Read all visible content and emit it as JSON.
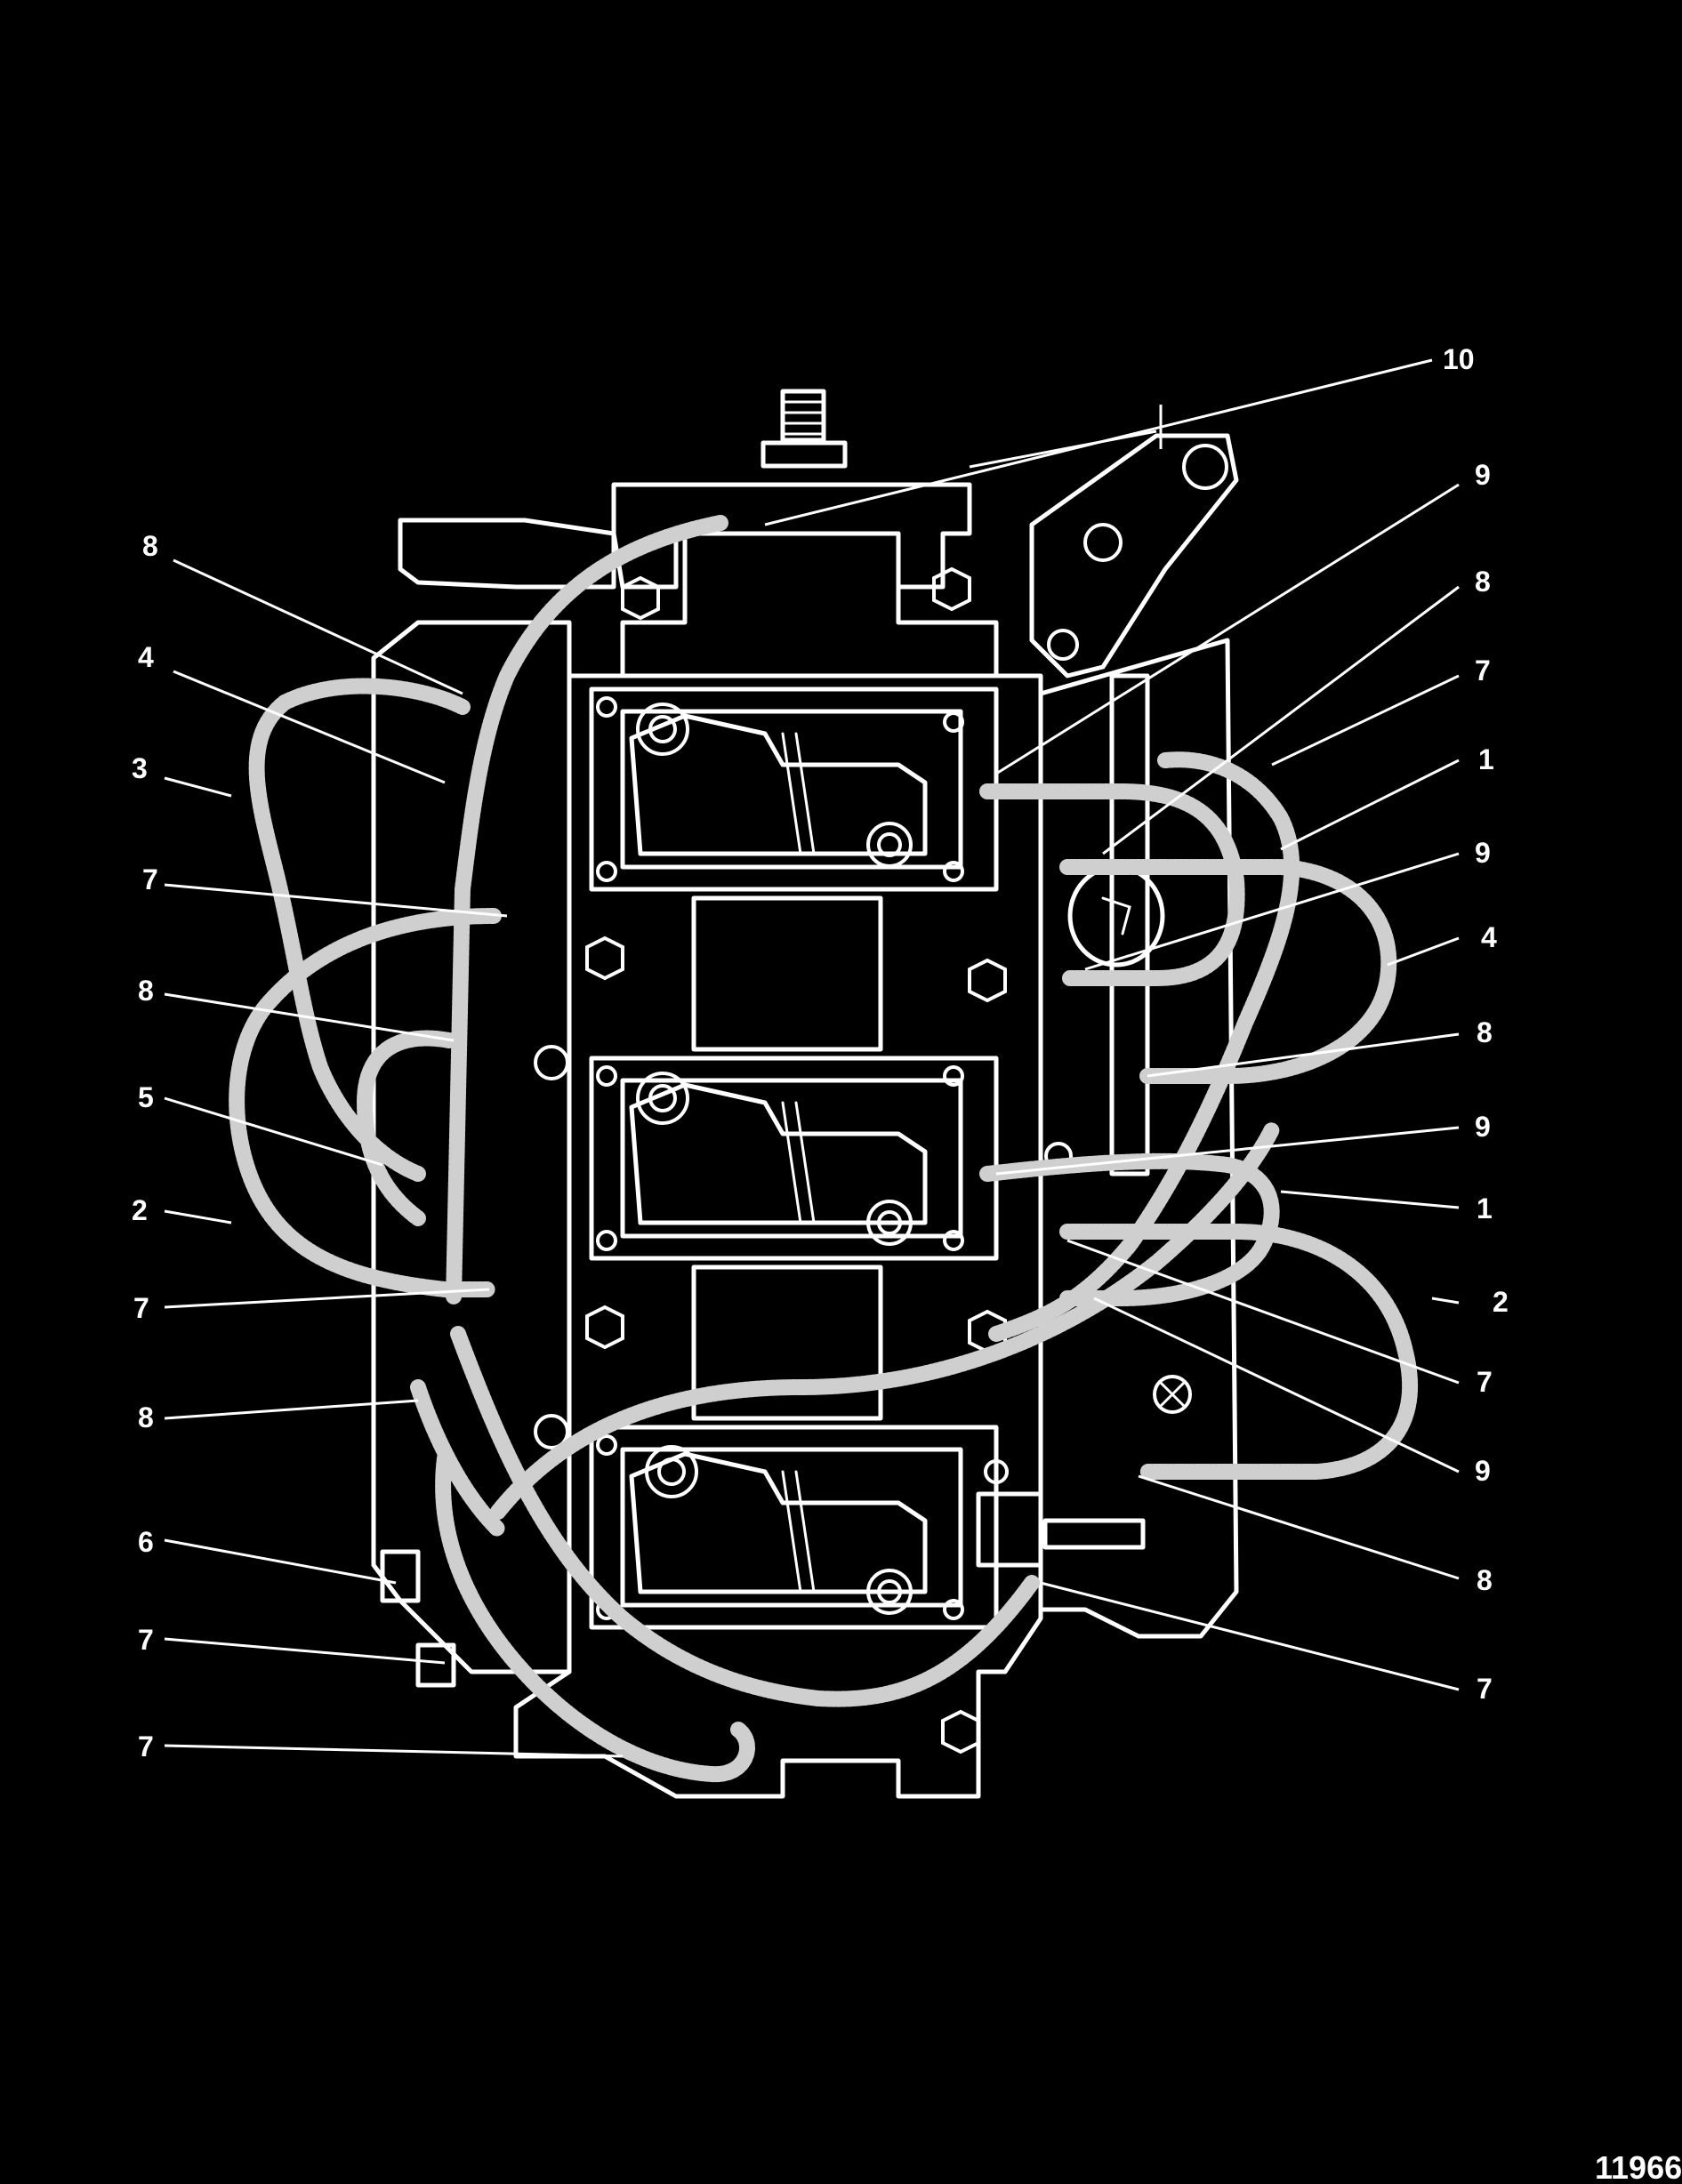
{
  "figure_number": "11966",
  "callouts": {
    "c10": "10",
    "c8_left_top": "8",
    "c4_left": "4",
    "c3_left": "3",
    "c7_left_a": "7",
    "c8_left_mid": "8",
    "c5_left": "5",
    "c2_left": "2",
    "c7_left_b": "7",
    "c8_left_low": "8",
    "c6_left": "6",
    "c7_left_c": "7",
    "c7_left_d": "7",
    "c9_right_a": "9",
    "c8_right_a": "8",
    "c7_right_a": "7",
    "c1_right_a": "1",
    "c9_right_b": "9",
    "c4_right": "4",
    "c8_right_b": "8",
    "c9_right_c": "9",
    "c1_right_b": "1",
    "c2_right": "2",
    "c7_right_b": "7",
    "c9_right_d": "9",
    "c8_right_c": "8",
    "c7_right_c": "7"
  }
}
